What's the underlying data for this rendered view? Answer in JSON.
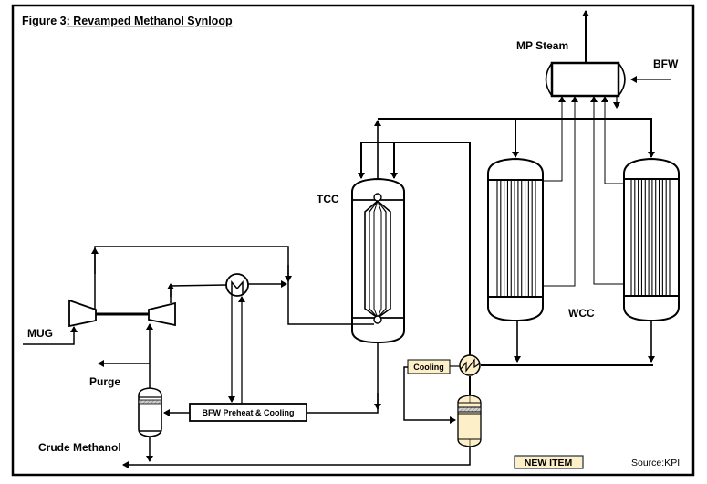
{
  "figure": {
    "prefix": "Figure 3",
    "title": ": Revamped Methanol Synloop"
  },
  "labels": {
    "mp_steam": "MP Steam",
    "bfw": "BFW",
    "tcc": "TCC",
    "wcc": "WCC",
    "mug": "MUG",
    "purge": "Purge",
    "crude_methanol": "Crude Methanol",
    "bfw_preheat": "BFW Preheat & Cooling",
    "cooling": "Cooling",
    "new_item": "NEW ITEM",
    "source": "Source:KPI"
  },
  "colors": {
    "line": "#000000",
    "new_item_fill": "#fdefc8",
    "new_item_border": "#1f2d3d",
    "hatch": "#a6a6a6"
  },
  "equipment": [
    {
      "id": "steam-drum",
      "name": "MP Steam drum"
    },
    {
      "id": "tcc-reactor",
      "name": "TCC reactor"
    },
    {
      "id": "wcc-reactor-1",
      "name": "WCC reactor 1"
    },
    {
      "id": "wcc-reactor-2",
      "name": "WCC reactor 2"
    },
    {
      "id": "mug-compressor",
      "name": "Make-up gas compressor"
    },
    {
      "id": "recycle-compressor",
      "name": "Recycle compressor"
    },
    {
      "id": "heat-exchanger",
      "name": "Feed/effluent exchanger"
    },
    {
      "id": "separator",
      "name": "Separator"
    },
    {
      "id": "new-exchanger",
      "name": "New exchanger (new item)"
    },
    {
      "id": "new-separator",
      "name": "New separator (new item)"
    }
  ]
}
